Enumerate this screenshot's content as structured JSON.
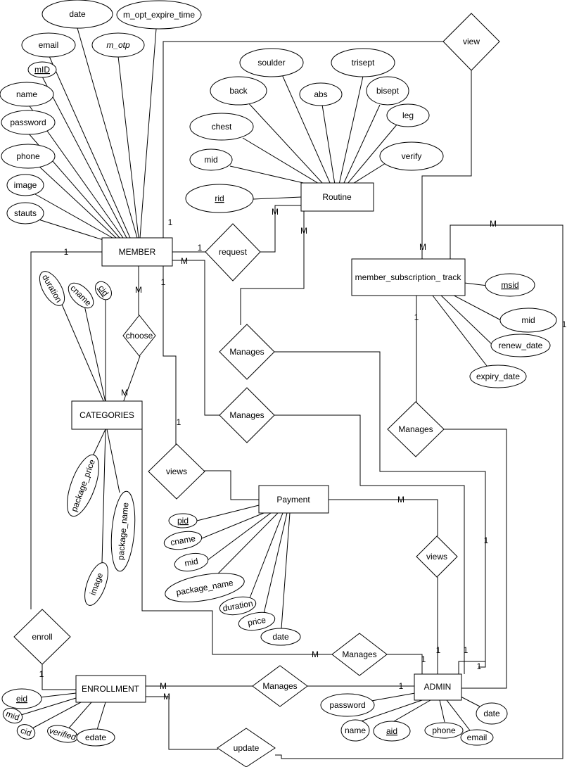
{
  "entities": {
    "member": "MEMBER",
    "routine": "Routine",
    "subscription": "member_subscription_ track",
    "categories": "CATEGORIES",
    "payment": "Payment",
    "enrollment": "ENROLLMENT",
    "admin": "ADMIN"
  },
  "relationships": {
    "view": "view",
    "request": "request",
    "choose": "choose",
    "manages_routine": "Manages",
    "manages_payment": "Manages",
    "manages_subscription": "Manages",
    "views_member": "views",
    "views_admin": "views",
    "manages_categories": "Manages",
    "manages_enrollment": "Manages",
    "enroll": "enroll",
    "update": "update"
  },
  "attributes": {
    "member": {
      "date": "date",
      "m_opt_expire_time": "m_opt_expire_time",
      "email": "email",
      "m_otp": "m_otp",
      "mID": "mID",
      "name": "name",
      "password": "password",
      "phone": "phone",
      "image": "image",
      "stauts": "stauts"
    },
    "routine": {
      "soulder": "soulder",
      "trisept": "trisept",
      "back": "back",
      "abs": "abs",
      "bisept": "bisept",
      "chest": "chest",
      "leg": "leg",
      "mid": "mid",
      "verify": "verify",
      "rid": "rid"
    },
    "subscription": {
      "msid": "msid",
      "mid": "mid",
      "renew_date": "renew_date",
      "expiry_date": "expiry_date"
    },
    "categories": {
      "duration": "duration",
      "cname": "cname",
      "cid": "cid",
      "package_price": "package_price",
      "package_name": "package_name",
      "image": "image"
    },
    "payment": {
      "pid": "pid",
      "cname": "cname",
      "mid": "mid",
      "package_name": "package_name",
      "duration": "duration",
      "price": "price",
      "date": "date"
    },
    "enrollment": {
      "eid": "eid",
      "mid": "mid",
      "cid": "cid",
      "verified": "verified",
      "edate": "edate"
    },
    "admin": {
      "password": "password",
      "name": "name",
      "aid": "aid",
      "phone": "phone",
      "email": "email",
      "date": "date"
    }
  },
  "cardinalities": {
    "one": "1",
    "many": "M"
  }
}
